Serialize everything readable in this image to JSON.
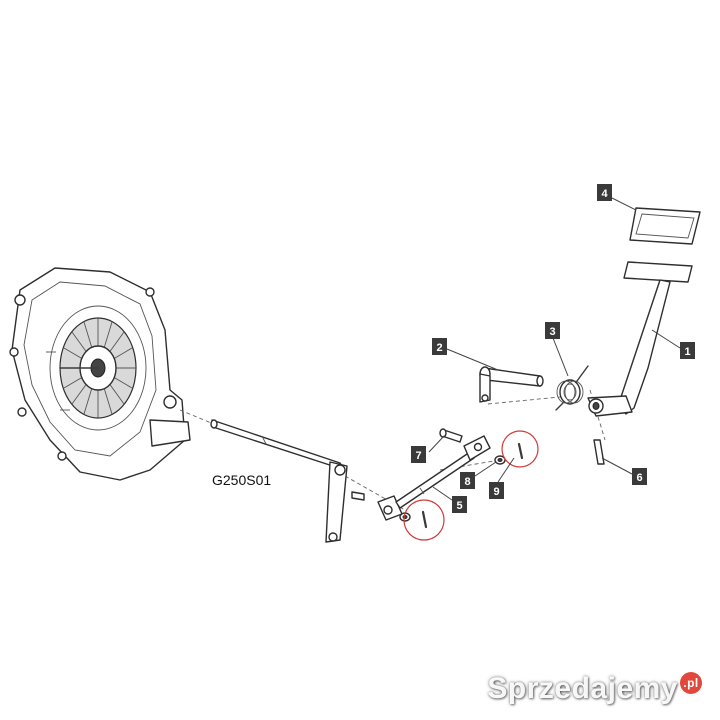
{
  "diagram": {
    "code_label": "G250S01",
    "callouts": [
      "1",
      "2",
      "3",
      "4",
      "5",
      "6",
      "7",
      "8",
      "9"
    ]
  },
  "watermark": {
    "text": "Sprzedajemy",
    "badge": ".pl"
  },
  "colors": {
    "line": "#2e2e2e",
    "callout_box": "#3a3a3a",
    "highlight_circle": "#d23a3a"
  }
}
